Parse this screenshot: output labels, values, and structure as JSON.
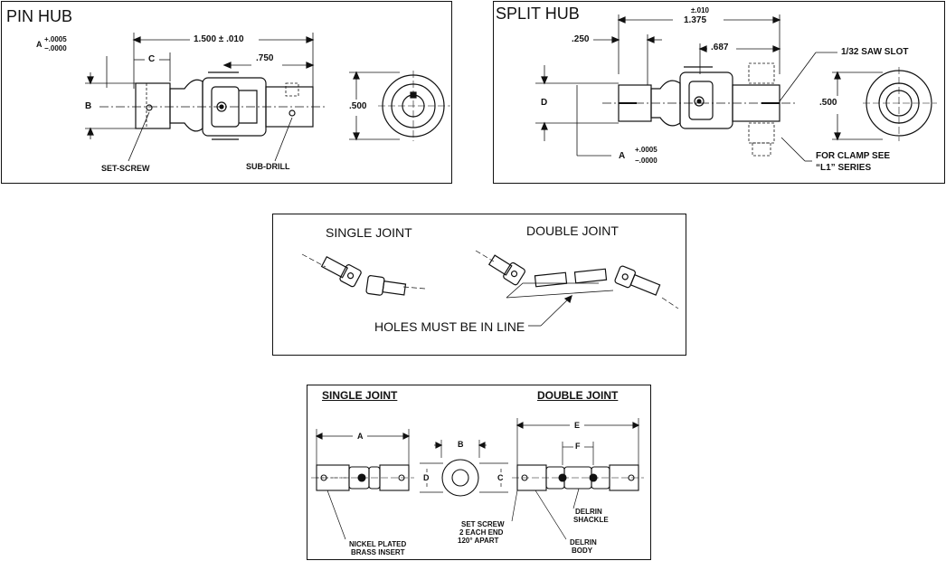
{
  "pin_hub": {
    "title": "PIN HUB",
    "a_label": "A",
    "a_tol_plus": "+.0005",
    "a_tol_minus": "−.0000",
    "length": "1.500 ± .010",
    "c_label": "C",
    "offset": ".750",
    "b_label": "B",
    "diameter": ".500",
    "set_screw": "SET-SCREW",
    "sub_drill": "SUB-DRILL"
  },
  "split_hub": {
    "title": "SPLIT HUB",
    "tol": "±.010",
    "length": "1.375",
    "left_dim": ".250",
    "offset": ".687",
    "saw_slot": "1/32 SAW SLOT",
    "d_label": "D",
    "diameter": ".500",
    "a_label": "A",
    "a_tol_plus": "+.0005",
    "a_tol_minus": "−.0000",
    "clamp_line1": "FOR CLAMP SEE",
    "clamp_line2": "“L1” SERIES"
  },
  "joints": {
    "single": "SINGLE JOINT",
    "double": "DOUBLE JOINT",
    "note": "HOLES MUST BE IN LINE"
  },
  "delrin": {
    "single": "SINGLE JOINT",
    "double": "DOUBLE JOINT",
    "a": "A",
    "b": "B",
    "c": "C",
    "d": "D",
    "e": "E",
    "f": "F",
    "insert_l1": "NICKEL PLATED",
    "insert_l2": "BRASS INSERT",
    "screw_l1": "SET SCREW",
    "screw_l2": "2 EACH END",
    "screw_l3": "120° APART",
    "shackle_l1": "DELRIN",
    "shackle_l2": "SHACKLE",
    "body_l1": "DELRIN",
    "body_l2": "BODY"
  }
}
